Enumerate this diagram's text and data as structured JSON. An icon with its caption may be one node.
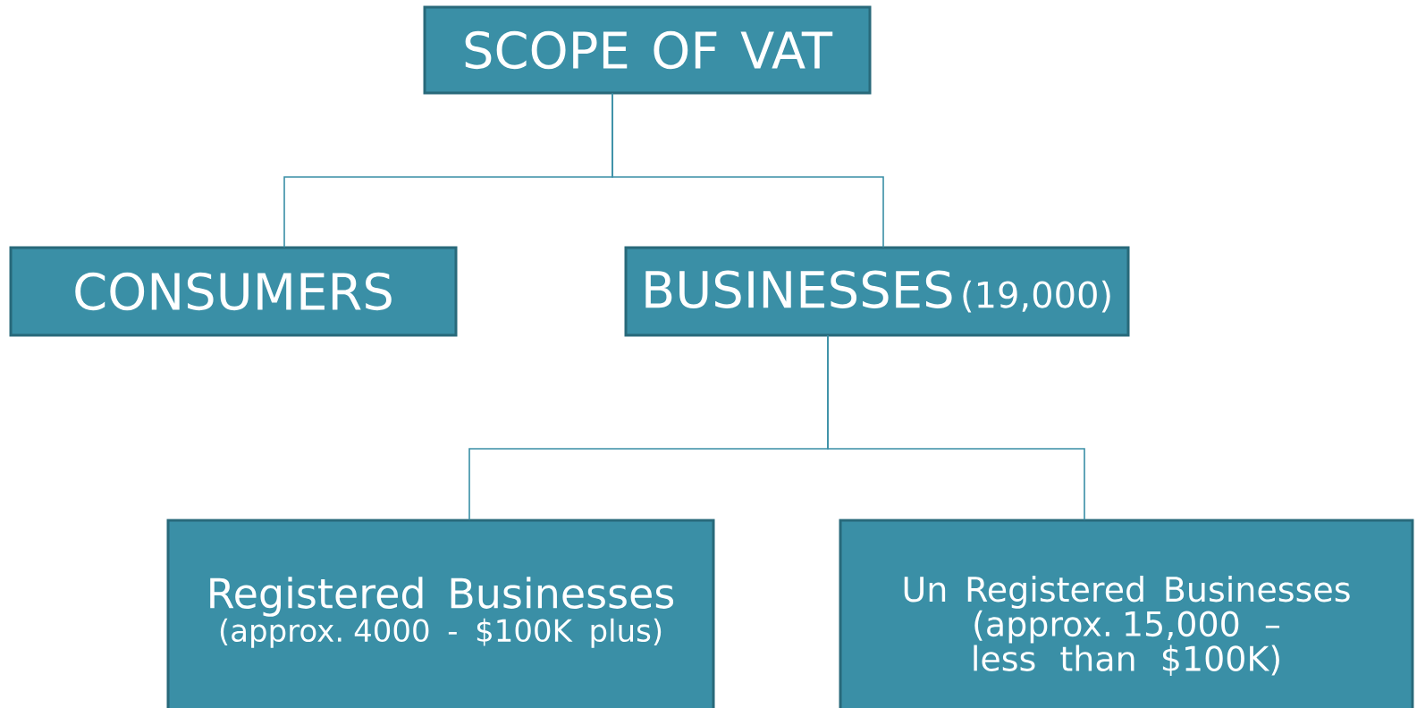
{
  "diagram": {
    "nodes": [
      {
        "text": [
          "SCOPE OF VAT"
        ]
      },
      {
        "text": [
          "CONSUMERS"
        ]
      },
      {
        "text": [
          "BUSINESSES",
          "(19,000)"
        ]
      },
      {
        "text": [
          "Registered Businesses",
          "(approx. 4000 - $100K plus)"
        ]
      },
      {
        "text": [
          "Un Registered Businesses (approx. 15,000 – less than $100K)"
        ]
      }
    ],
    "edges": [
      {
        "from": 0,
        "to": 1,
        "arrow": "none"
      },
      {
        "from": 0,
        "to": 2,
        "arrow": "none"
      },
      {
        "from": 2,
        "to": 3,
        "arrow": "none"
      },
      {
        "from": 2,
        "to": 4,
        "arrow": "none"
      }
    ]
  }
}
